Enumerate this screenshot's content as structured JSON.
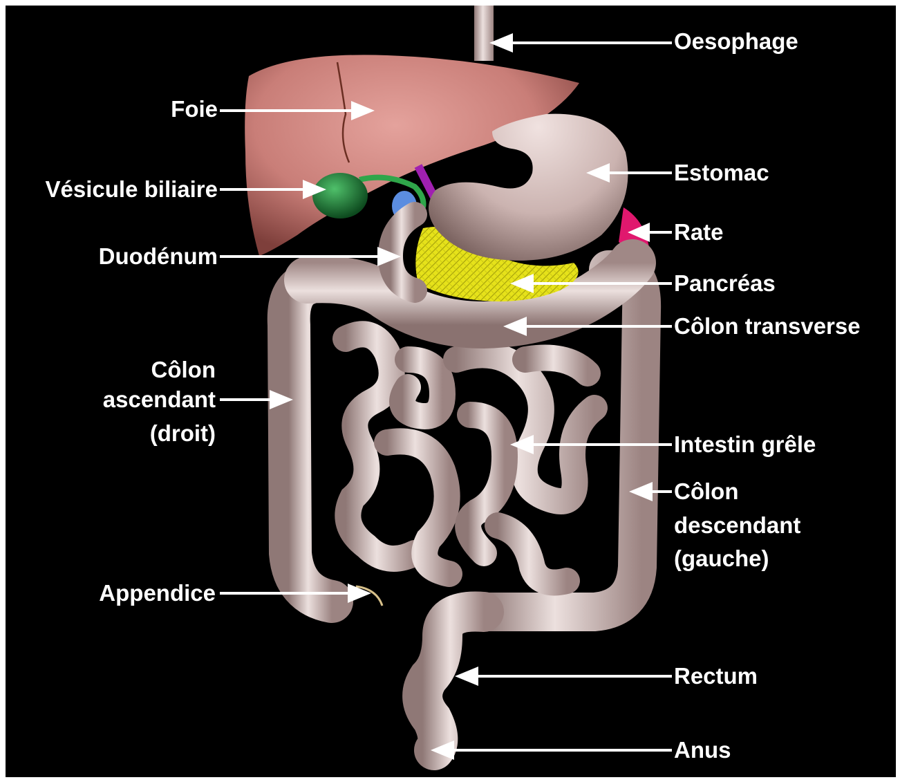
{
  "labels": {
    "oesophage": "Oesophage",
    "foie": "Foie",
    "estomac": "Estomac",
    "vesicule": "Vésicule biliaire",
    "rate": "Rate",
    "duodenum": "Duodénum",
    "pancreas": "Pancréas",
    "colon_transverse": "Côlon transverse",
    "colon_ascendant_1": "Côlon",
    "colon_ascendant_2": "ascendant",
    "colon_ascendant_3": "(droit)",
    "intestin_grele": "Intestin grêle",
    "colon_descendant_1": "Côlon",
    "colon_descendant_2": "descendant",
    "colon_descendant_3": "(gauche)",
    "appendice": "Appendice",
    "rectum": "Rectum",
    "anus": "Anus"
  },
  "colors": {
    "background": "#000000",
    "liver": "#c97e78",
    "stomach": "#d8c4c2",
    "intestine": "#d9c4c3",
    "gallbladder": "#1f8a3c",
    "pancreas": "#e6e21a",
    "spleen": "#e0186e",
    "text": "#ffffff"
  }
}
